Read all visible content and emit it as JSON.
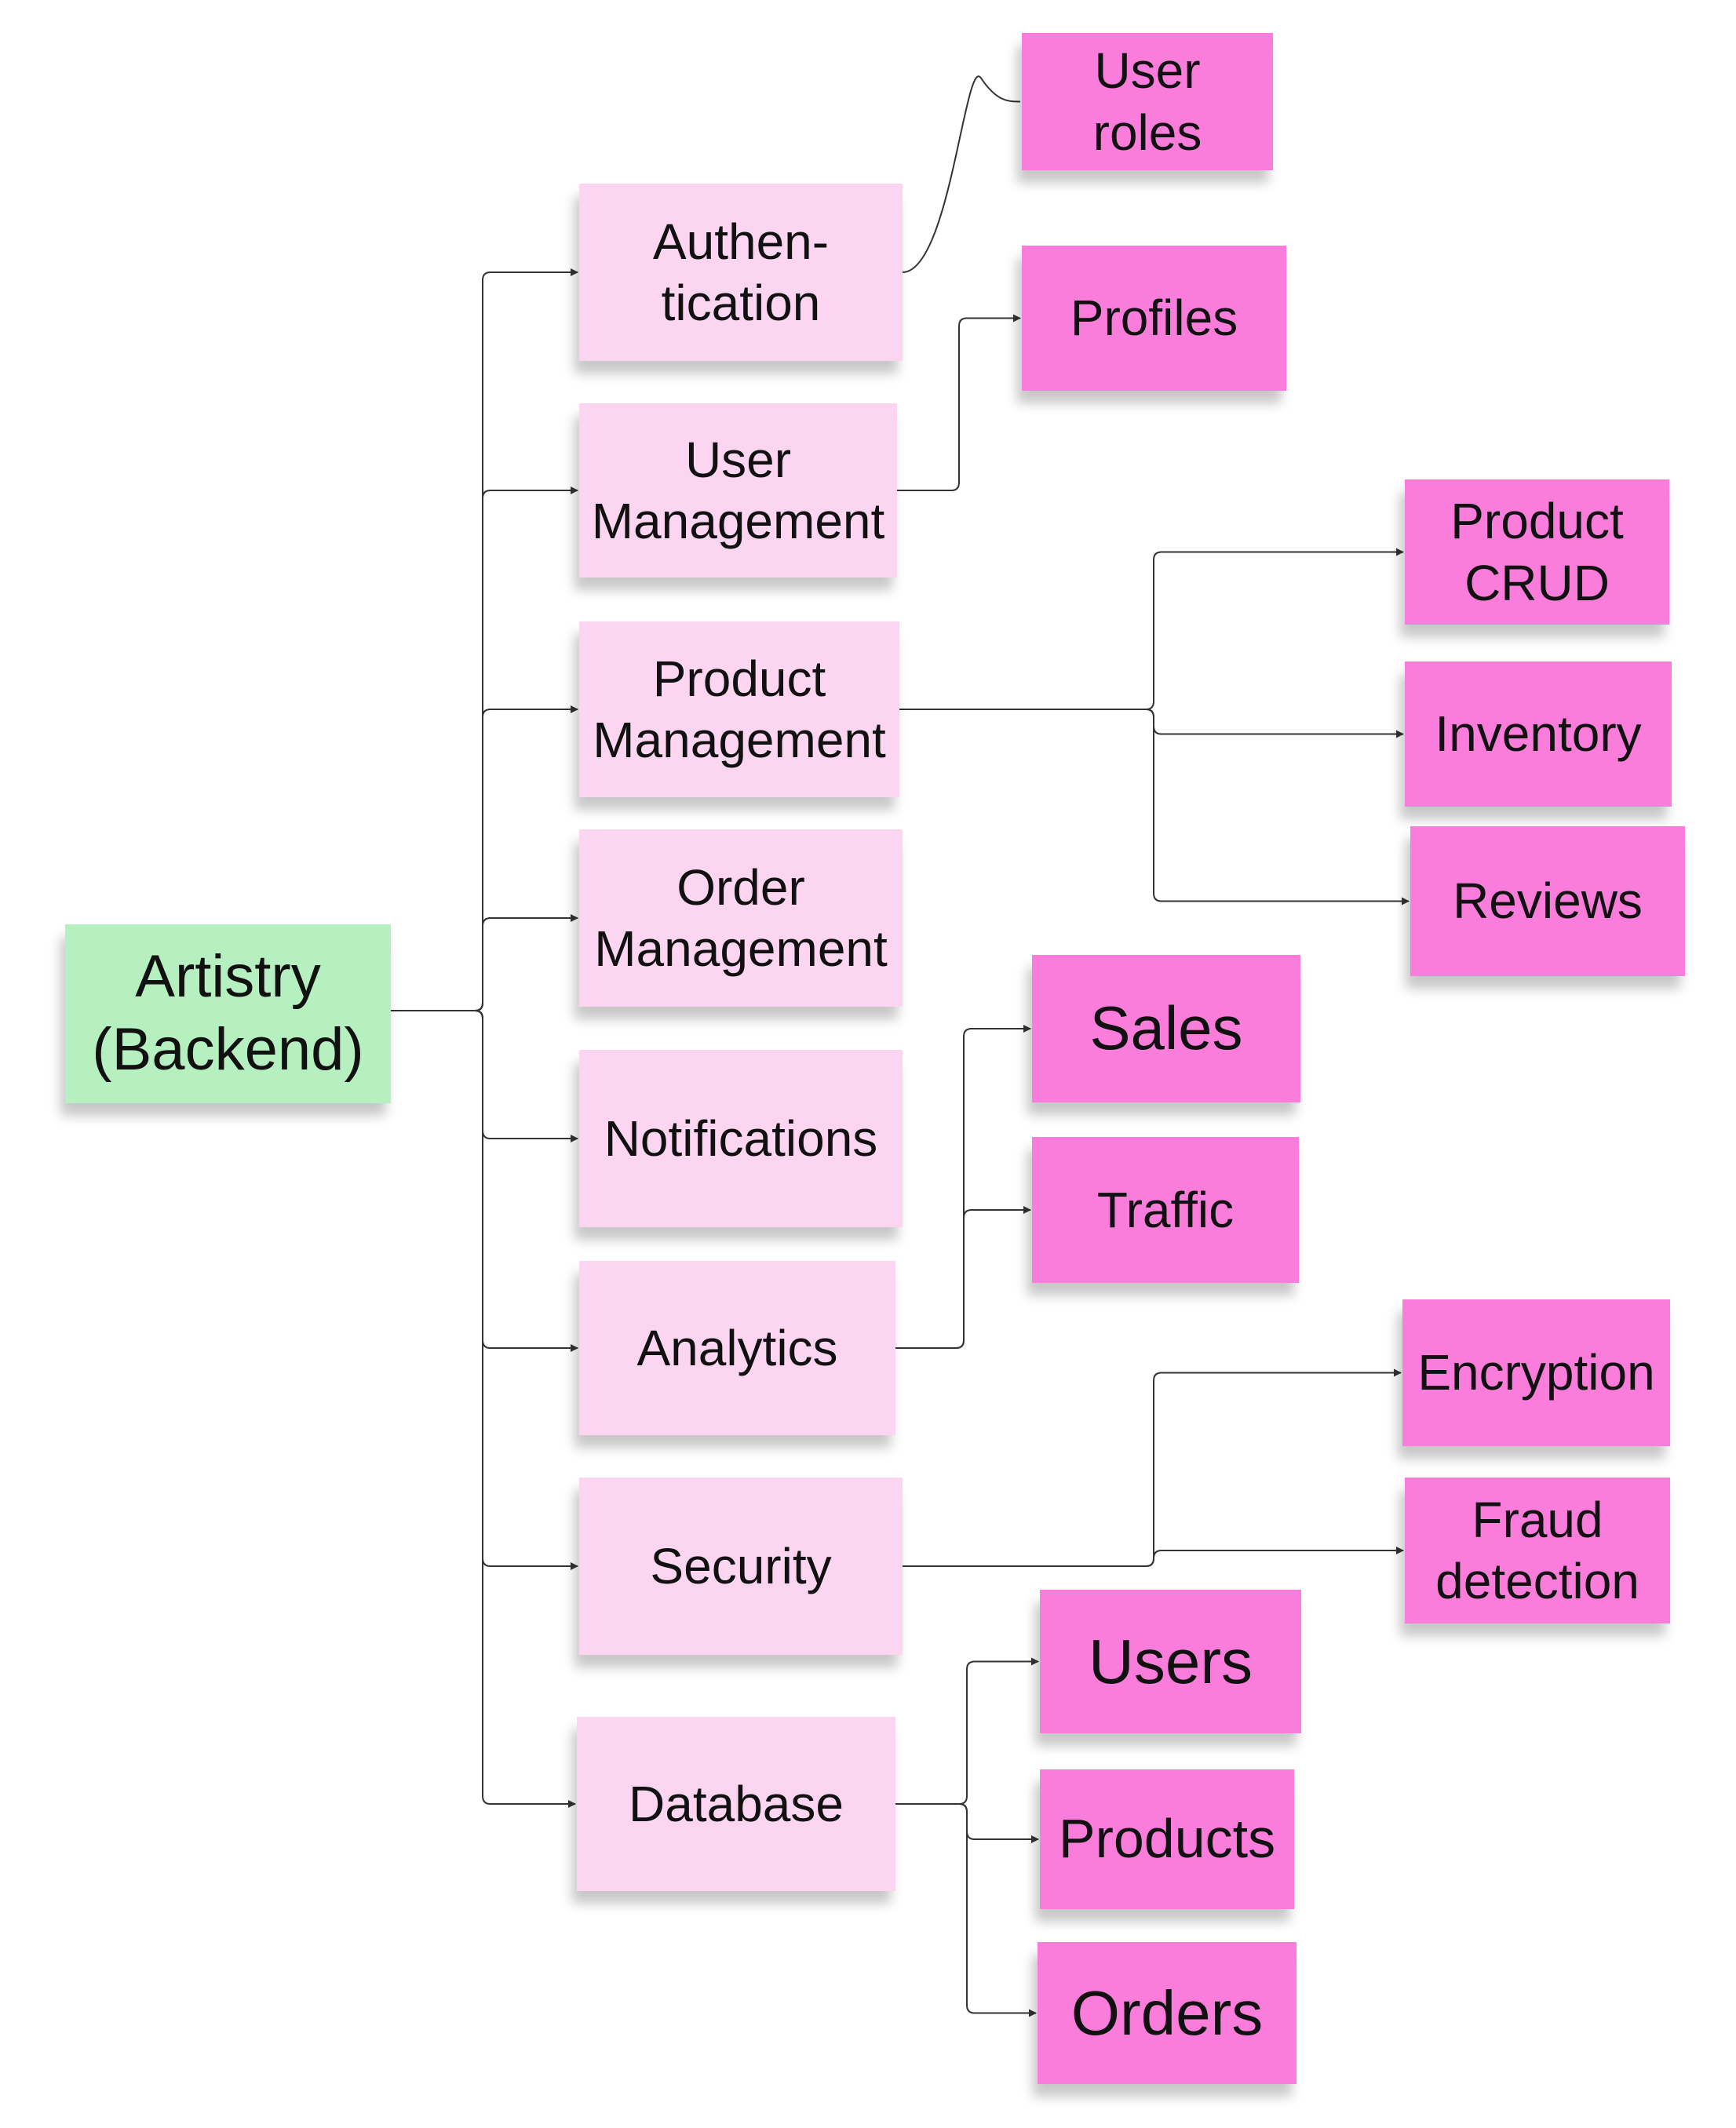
{
  "colors": {
    "root_fill": "#b6f0c0",
    "category_fill": "#fcd6f1",
    "leaf_fill": "#fb7ddb",
    "connector": "#333333",
    "text": "#111111"
  },
  "root": {
    "id": "root",
    "text": "Artistry\n(Backend)"
  },
  "categories": [
    {
      "id": "authentication",
      "text": "Authen-\ntication"
    },
    {
      "id": "user-management",
      "text": "User\nManagement"
    },
    {
      "id": "product-management",
      "text": "Product\nManagement"
    },
    {
      "id": "order-management",
      "text": "Order\nManagement"
    },
    {
      "id": "notifications",
      "text": "Notifications"
    },
    {
      "id": "analytics",
      "text": "Analytics"
    },
    {
      "id": "security",
      "text": "Security"
    },
    {
      "id": "database",
      "text": "Database"
    }
  ],
  "leaves": [
    {
      "id": "user-roles",
      "parent": "authentication",
      "text": "User\nroles"
    },
    {
      "id": "profiles",
      "parent": "user-management",
      "text": "Profiles"
    },
    {
      "id": "product-crud",
      "parent": "product-management",
      "text": "Product\nCRUD"
    },
    {
      "id": "inventory",
      "parent": "product-management",
      "text": "Inventory"
    },
    {
      "id": "reviews",
      "parent": "product-management",
      "text": "Reviews"
    },
    {
      "id": "sales",
      "parent": "analytics",
      "text": "Sales"
    },
    {
      "id": "traffic",
      "parent": "analytics",
      "text": "Traffic"
    },
    {
      "id": "encryption",
      "parent": "security",
      "text": "Encryption"
    },
    {
      "id": "fraud-detection",
      "parent": "security",
      "text": "Fraud\ndetection"
    },
    {
      "id": "users",
      "parent": "database",
      "text": "Users"
    },
    {
      "id": "products",
      "parent": "database",
      "text": "Products"
    },
    {
      "id": "orders",
      "parent": "database",
      "text": "Orders"
    }
  ]
}
